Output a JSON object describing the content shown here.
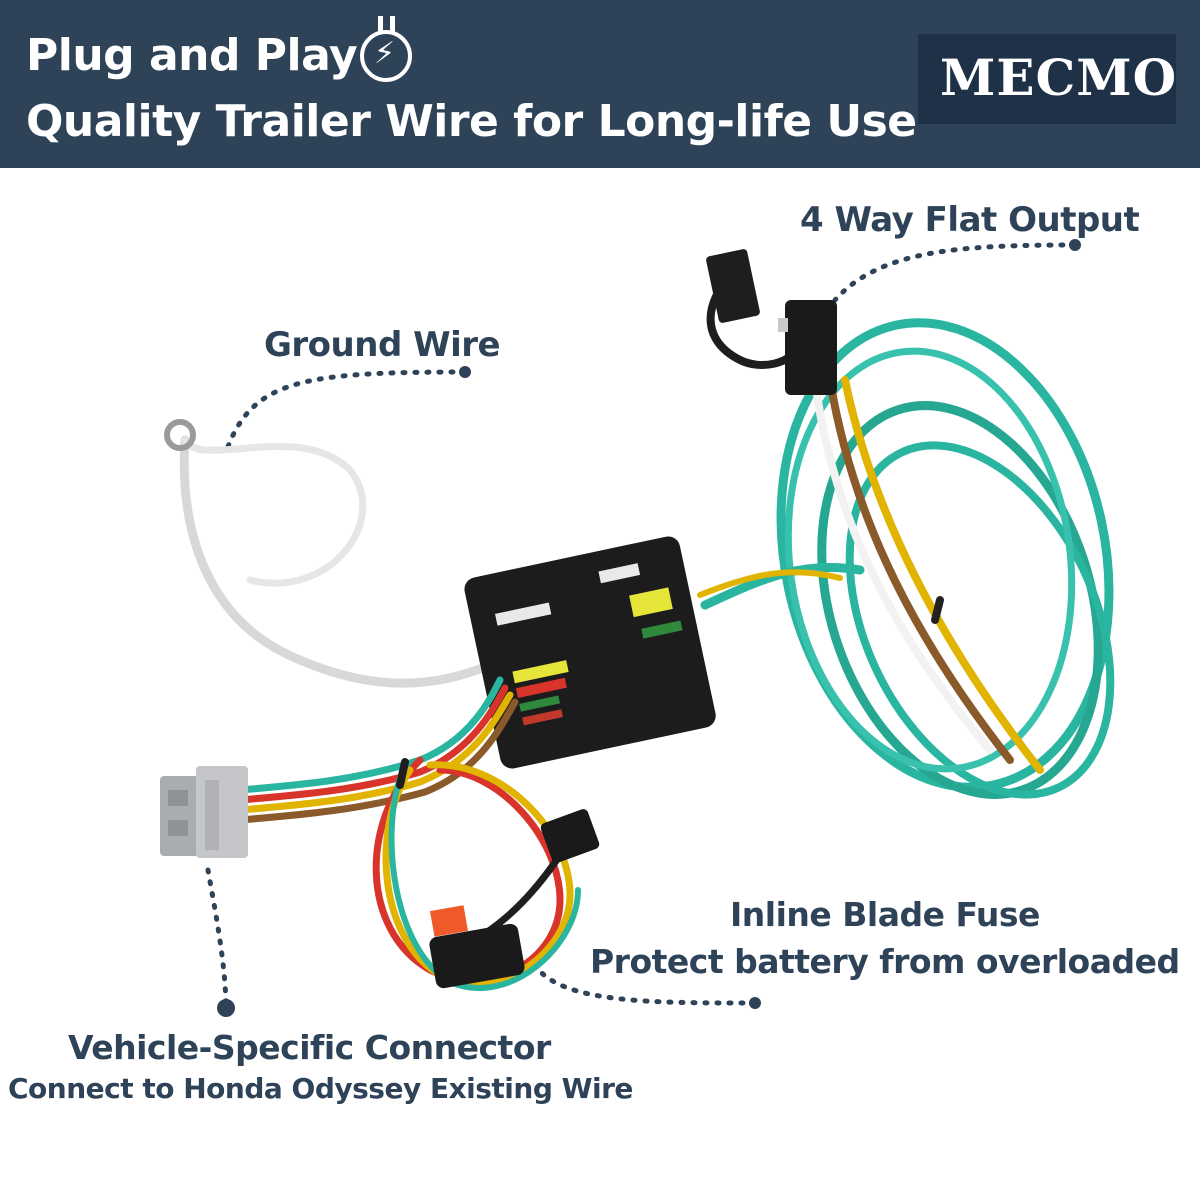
{
  "header": {
    "line1": "Plug and Play",
    "line2": "Quality Trailer Wire for Long-life Use",
    "icon": "plug-lightning-icon",
    "brand": "MECMO",
    "background": "#2e4258"
  },
  "callouts": {
    "output": "4 Way Flat Output",
    "ground": "Ground Wire",
    "fuse_title": "Inline Blade Fuse",
    "fuse_desc": "Protect battery from overloaded",
    "vehicle_title": "Vehicle-Specific Connector",
    "vehicle_desc": "Connect to Honda Odyssey Existing Wire"
  },
  "colors": {
    "text": "#2e4258",
    "wire_green": "#2ab5a0",
    "wire_brown": "#8a5a2b",
    "wire_yellow": "#e0b400",
    "wire_white": "#f2f2f2",
    "wire_red": "#d9342b"
  }
}
